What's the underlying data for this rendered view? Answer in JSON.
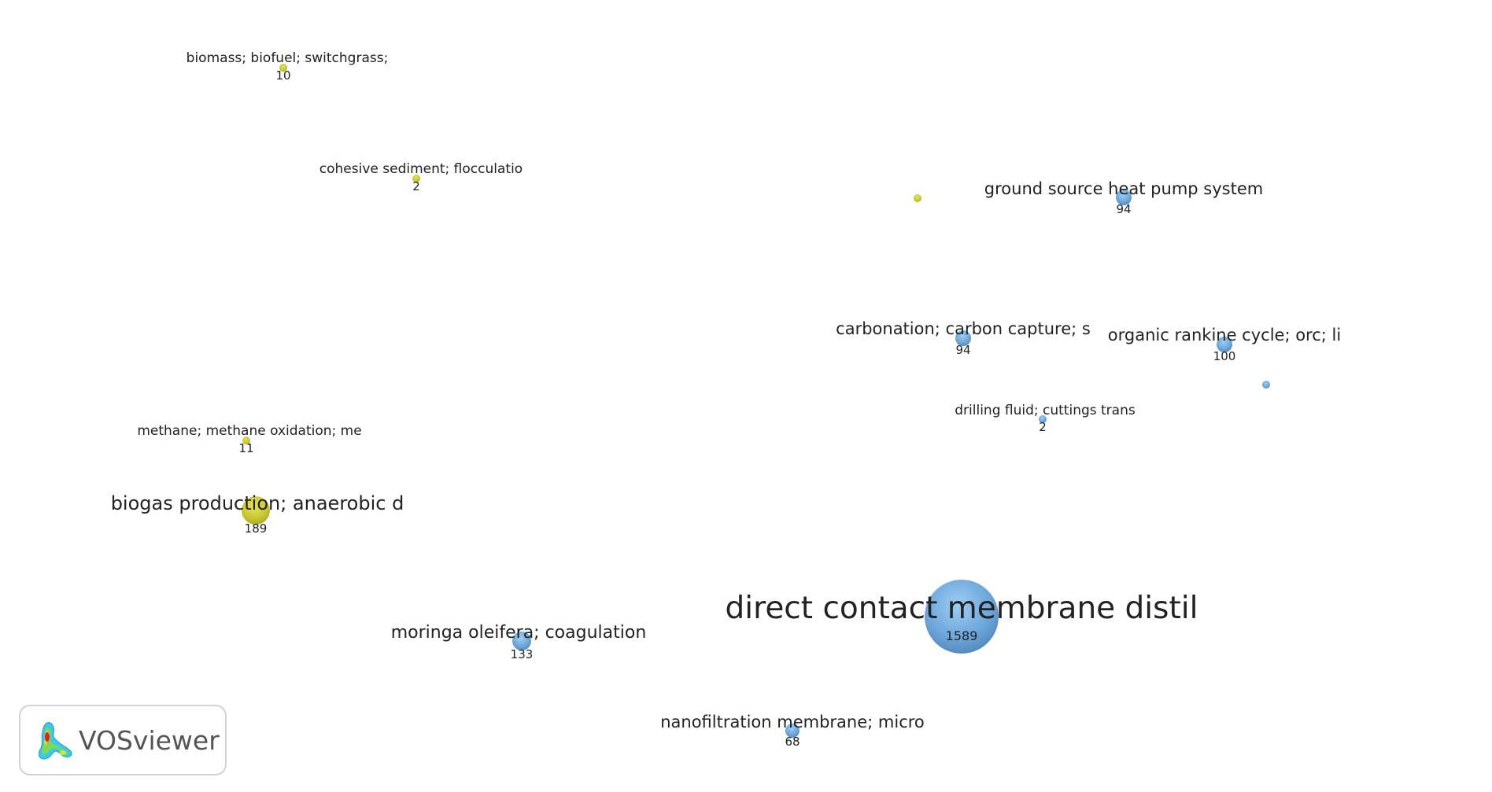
{
  "colors": {
    "cluster_yellow": "#c9c935",
    "cluster_blue": "#6fa8dc",
    "label": "#222222"
  },
  "nodes": [
    {
      "id": "n1",
      "label": "biomass; biofuel; switchgrass;",
      "count": "10",
      "cluster": "yellow",
      "weight": 10
    },
    {
      "id": "n2",
      "label": "cohesive sediment; flocculatio",
      "count": "2",
      "cluster": "yellow",
      "weight": 2
    },
    {
      "id": "n3",
      "label": "",
      "count": "",
      "cluster": "yellow",
      "weight": 1
    },
    {
      "id": "n4",
      "label": "ground source heat pump system",
      "count": "94",
      "cluster": "blue",
      "weight": 94
    },
    {
      "id": "n5",
      "label": "carbonation; carbon capture; s",
      "count": "94",
      "cluster": "blue",
      "weight": 94
    },
    {
      "id": "n6",
      "label": "organic rankine cycle; orc; li",
      "count": "100",
      "cluster": "blue",
      "weight": 100
    },
    {
      "id": "n7",
      "label": "",
      "count": "",
      "cluster": "blue",
      "weight": 1
    },
    {
      "id": "n8",
      "label": "drilling fluid; cuttings trans",
      "count": "2",
      "cluster": "blue",
      "weight": 2
    },
    {
      "id": "n9",
      "label": "methane; methane oxidation; me",
      "count": "11",
      "cluster": "yellow",
      "weight": 11
    },
    {
      "id": "n10",
      "label": "biogas production; anaerobic d",
      "count": "189",
      "cluster": "yellow",
      "weight": 189
    },
    {
      "id": "n11",
      "label": "direct contact membrane distil",
      "count": "1589",
      "cluster": "blue",
      "weight": 1589
    },
    {
      "id": "n12",
      "label": "moringa oleifera; coagulation",
      "count": "133",
      "cluster": "blue",
      "weight": 133
    },
    {
      "id": "n13",
      "label": "nanofiltration membrane; micro",
      "count": "68",
      "cluster": "blue",
      "weight": 68
    }
  ],
  "logo": {
    "text": "VOSviewer"
  }
}
